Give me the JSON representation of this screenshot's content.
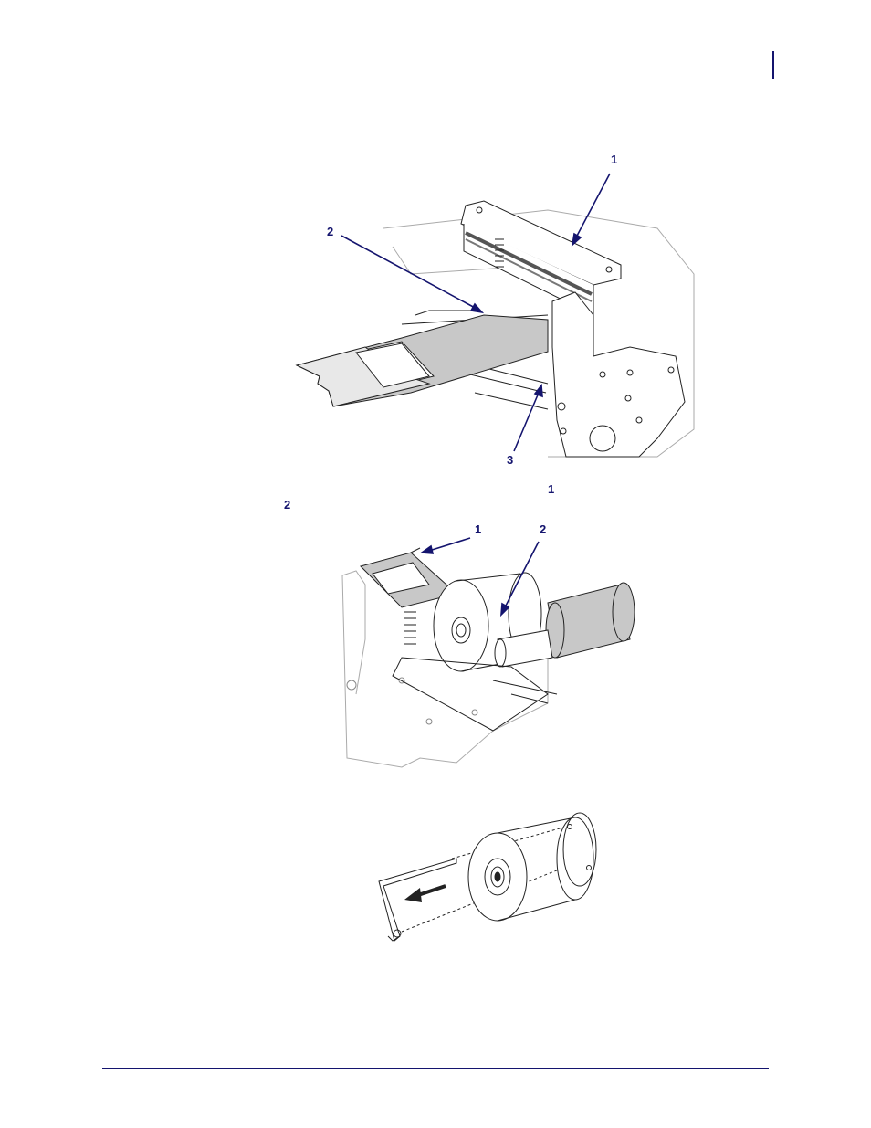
{
  "colors": {
    "accent": "#14146e",
    "media": "#c8c8c8",
    "line": "#222222"
  },
  "figure1": {
    "callouts": {
      "c1": "1",
      "c2": "2",
      "c3": "3"
    }
  },
  "caption_refs": {
    "r1": "1",
    "r2": "2"
  },
  "figure2": {
    "callouts": {
      "c1": "1",
      "c2": "2"
    }
  },
  "figure3": {
    "icons": [
      "left-arrow-icon"
    ]
  }
}
